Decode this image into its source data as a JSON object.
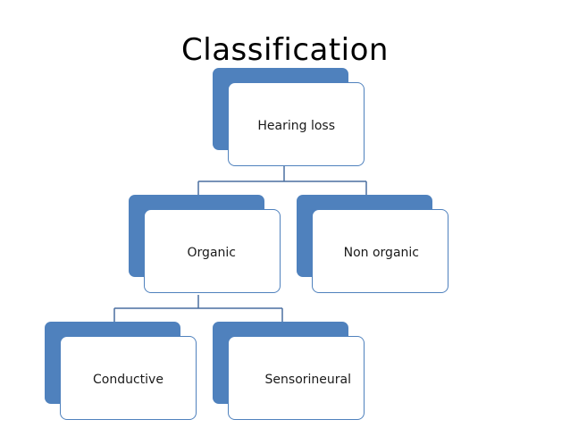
{
  "title": "Classification",
  "colors": {
    "accent": "#4f81bd",
    "connector": "#4a6fa0",
    "box_fill": "#ffffff",
    "text": "#1a1a1a"
  },
  "nodes": {
    "root": {
      "label": "Hearing loss"
    },
    "organic": {
      "label": "Organic"
    },
    "non_organic": {
      "label": "Non organic"
    },
    "conductive": {
      "label": "Conductive"
    },
    "sensorineural": {
      "label": "Sensorineural"
    }
  }
}
